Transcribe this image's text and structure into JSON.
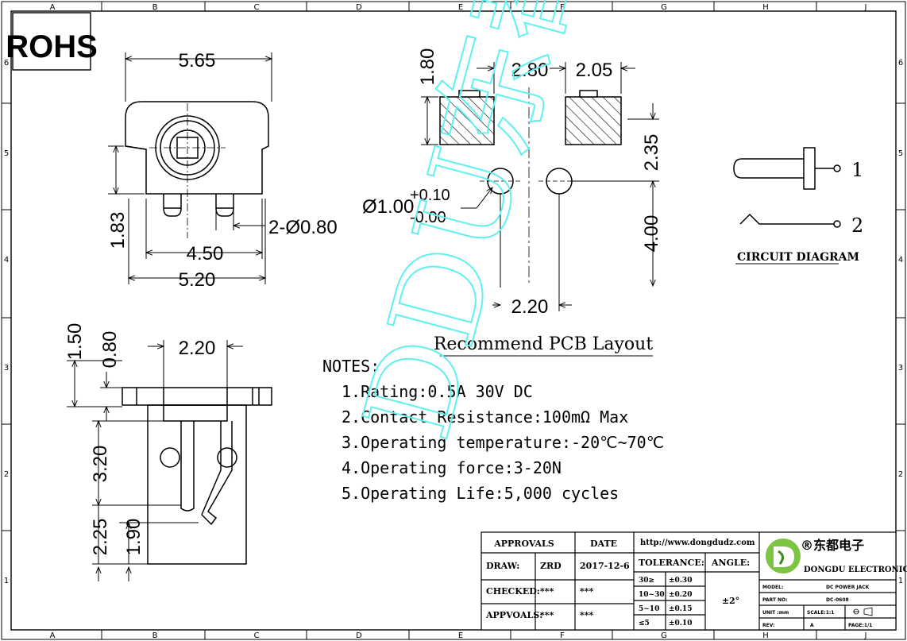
{
  "frame": {
    "cols": [
      "A",
      "B",
      "C",
      "D",
      "E",
      "F",
      "G",
      "H",
      "J"
    ],
    "rows": [
      "6",
      "5",
      "4",
      "3",
      "2",
      "1"
    ]
  },
  "rohs": "ROHS",
  "watermark": "DDU东都",
  "top_view": {
    "d_565": "5.65",
    "d_183": "1.83",
    "d_450": "4.50",
    "d_520": "5.20",
    "d_pin": "2-Ø0.80"
  },
  "side_view": {
    "d_150": "1.50",
    "d_080": "0.80",
    "d_220": "2.20",
    "d_320": "3.20",
    "d_225": "2.25",
    "d_190": "1.90"
  },
  "pcb": {
    "d_180": "1.80",
    "d_280": "2.80",
    "d_205": "2.05",
    "d_235": "2.35",
    "d_400": "4.00",
    "d_220": "2.20",
    "hole_main": "Ø1.00",
    "hole_tol_plus": "+0.10",
    "hole_tol_minus": "-0.00",
    "title": "Recommend PCB Layout"
  },
  "circuit": {
    "pin1": "1",
    "pin2": "2",
    "title": "CIRCUIT DIAGRAM"
  },
  "notes": {
    "heading": "NOTES:",
    "items": [
      "1.Rating:0.5A 30V DC",
      "2.Contact Resistance:100mΩ Max",
      "3.Operating temperature:-20℃~70℃",
      "4.Operating force:3-20N",
      "5.Operating Life:5,000 cycles"
    ]
  },
  "title_block": {
    "approvals": "APPROVALS",
    "date": "DATE",
    "url": "http://www.dongdudz.com",
    "draw": "DRAW:",
    "draw_name": "ZRD",
    "draw_date": "2017-12-6",
    "checked": "CHECKED:",
    "checked_name": "***",
    "checked_date": "***",
    "appvals": "APPVOALS:",
    "appvals_name": "***",
    "appvals_date": "***",
    "tolerance": "TOLERANCE:",
    "angle": "ANGLE:",
    "angle_val": "±2°",
    "tol_rows": [
      {
        "range": "30≥",
        "val": "±0.30"
      },
      {
        "range": "10~30",
        "val": "±0.20"
      },
      {
        "range": "5~10",
        "val": "±0.15"
      },
      {
        "range": "≤5",
        "val": "±0.10"
      }
    ],
    "company_cn": "®东都电子",
    "company_en": "DONGDU ELECTRONICS",
    "model_label": "MODEL:",
    "model_val": "DC POWER JACK",
    "part_label": "PART NO:",
    "part_val": "DC-0608",
    "unit_label": "UNIT :mm",
    "scale_label": "SCALE:1:1",
    "rev_label": "REV:",
    "rev_val": "A",
    "page_label": "PAGE:1/1"
  },
  "colors": {
    "watermark": "#5ff0f0",
    "line": "#000000"
  }
}
